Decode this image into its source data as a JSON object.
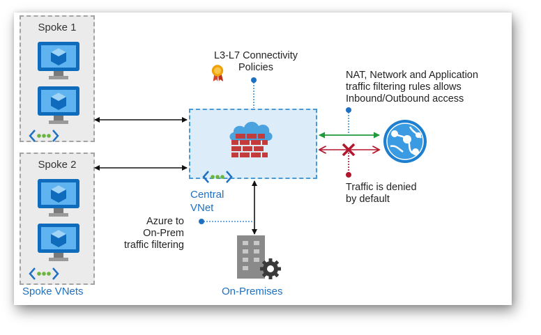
{
  "spokes": [
    {
      "title": "Spoke 1"
    },
    {
      "title": "Spoke 2"
    }
  ],
  "labels": {
    "spoke_vnets": "Spoke VNets",
    "central_vnet_line1": "Central",
    "central_vnet_line2": "VNet",
    "policies_line1": "L3-L7 Connectivity",
    "policies_line2": "Policies",
    "nat_line1": "NAT, Network and Application",
    "nat_line2": "traffic filtering rules allows",
    "nat_line3": "Inbound/Outbound access",
    "denied_line1": "Traffic is denied",
    "denied_line2": "by default",
    "azure_line1": "Azure to",
    "azure_line2": "On-Prem",
    "azure_line3": "traffic filtering",
    "on_premises": "On-Premises"
  },
  "colors": {
    "azure_blue": "#1e70c2",
    "allow_green": "#1f9a3a",
    "deny_red": "#b3172d"
  }
}
